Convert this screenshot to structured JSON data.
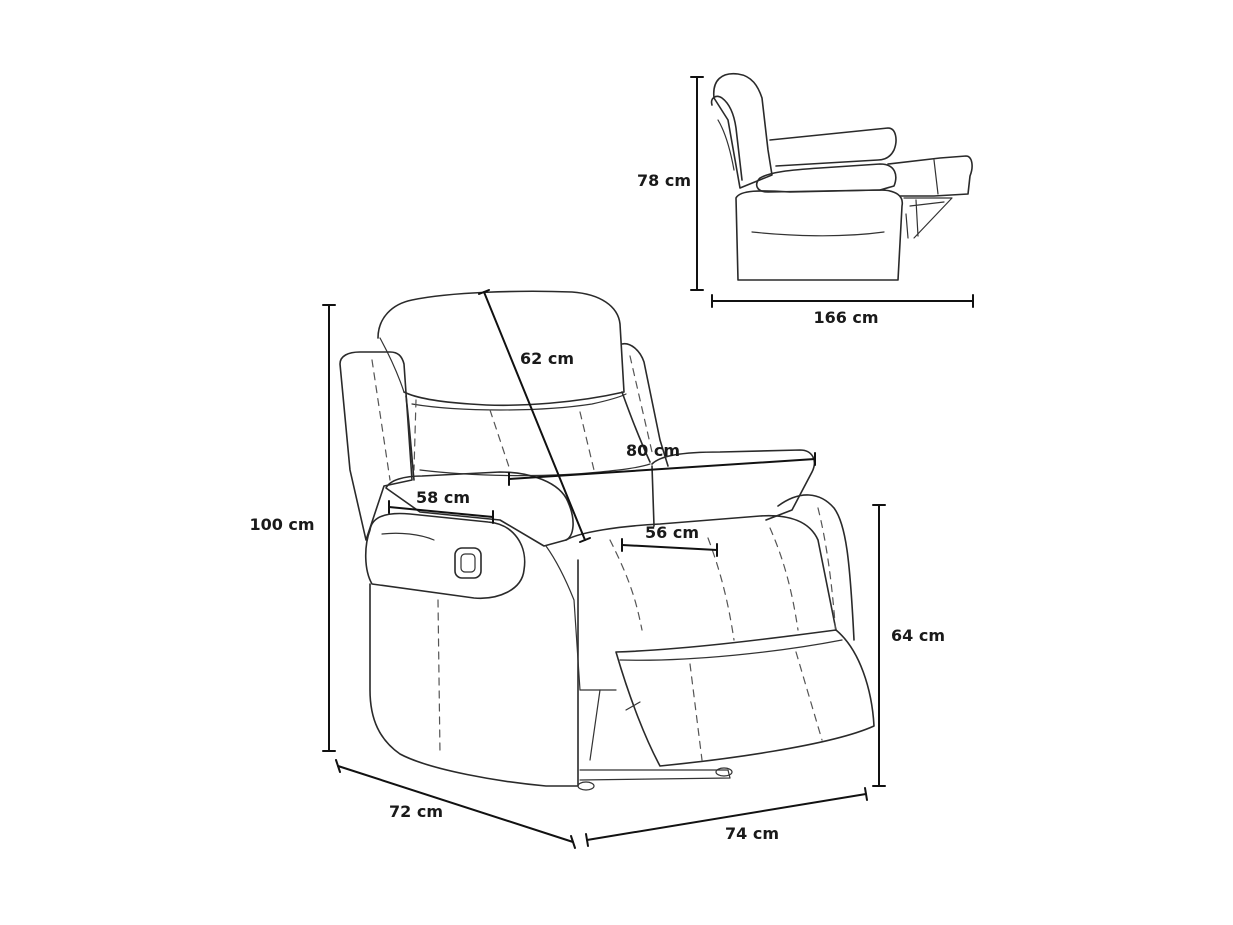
{
  "dimensions": {
    "height_total": "100 cm",
    "depth": "72 cm",
    "width": "74 cm",
    "seat_height": "64 cm",
    "backrest_height": "62 cm",
    "armrest_span": "80 cm",
    "armrest_length": "58 cm",
    "seat_width": "56 cm",
    "side_height": "78 cm",
    "reclined_length": "166 cm"
  }
}
